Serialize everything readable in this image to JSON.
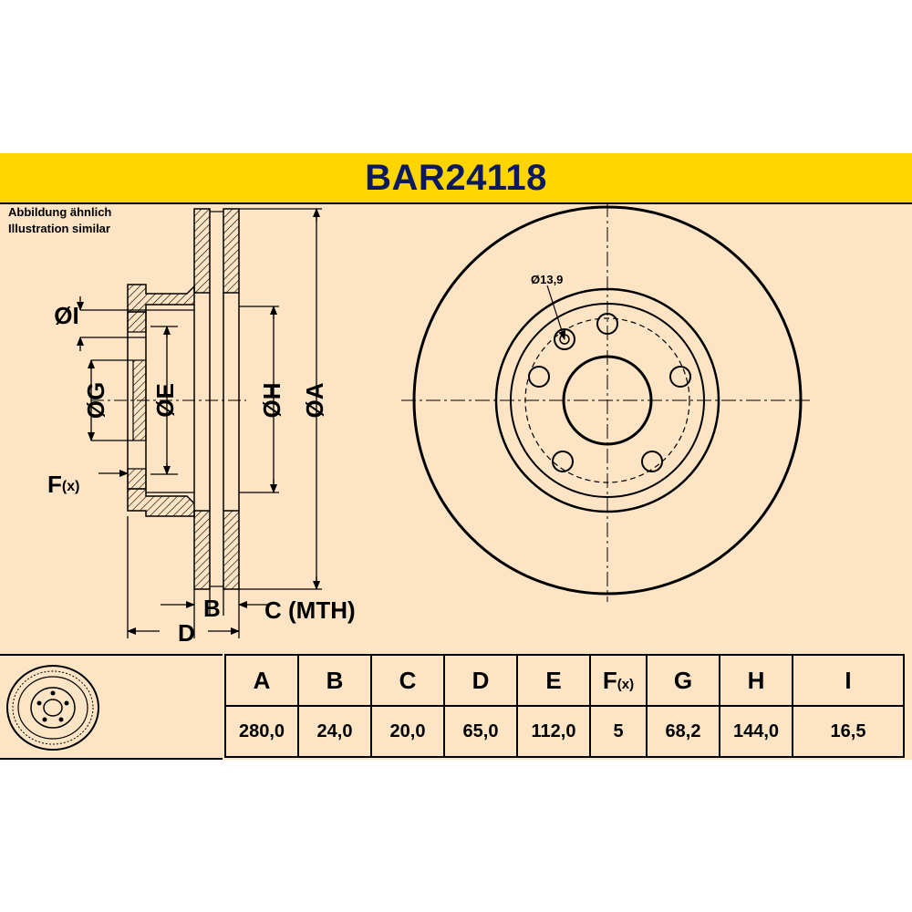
{
  "title": "BAR24118",
  "note": {
    "line1": "Abbildung ähnlich",
    "line2": "Illustration similar"
  },
  "labels": {
    "I": "ØI",
    "G": "ØG",
    "E": "ØE",
    "H": "ØH",
    "A": "ØA",
    "F_main": "F",
    "F_sub": "(x)",
    "B": "B",
    "C": "C (MTH)",
    "D": "D",
    "hole": "Ø13,9"
  },
  "table": {
    "headers": [
      "A",
      "B",
      "C",
      "D",
      "E",
      "F",
      "G",
      "H",
      "I"
    ],
    "f_suffix": "(x)",
    "values": [
      "280,0",
      "24,0",
      "20,0",
      "65,0",
      "112,0",
      "5",
      "68,2",
      "144,0",
      "16,5"
    ]
  },
  "colors": {
    "background": "#fce4c4",
    "title_bar": "#ffd500",
    "title_text": "#0b1a5e"
  }
}
